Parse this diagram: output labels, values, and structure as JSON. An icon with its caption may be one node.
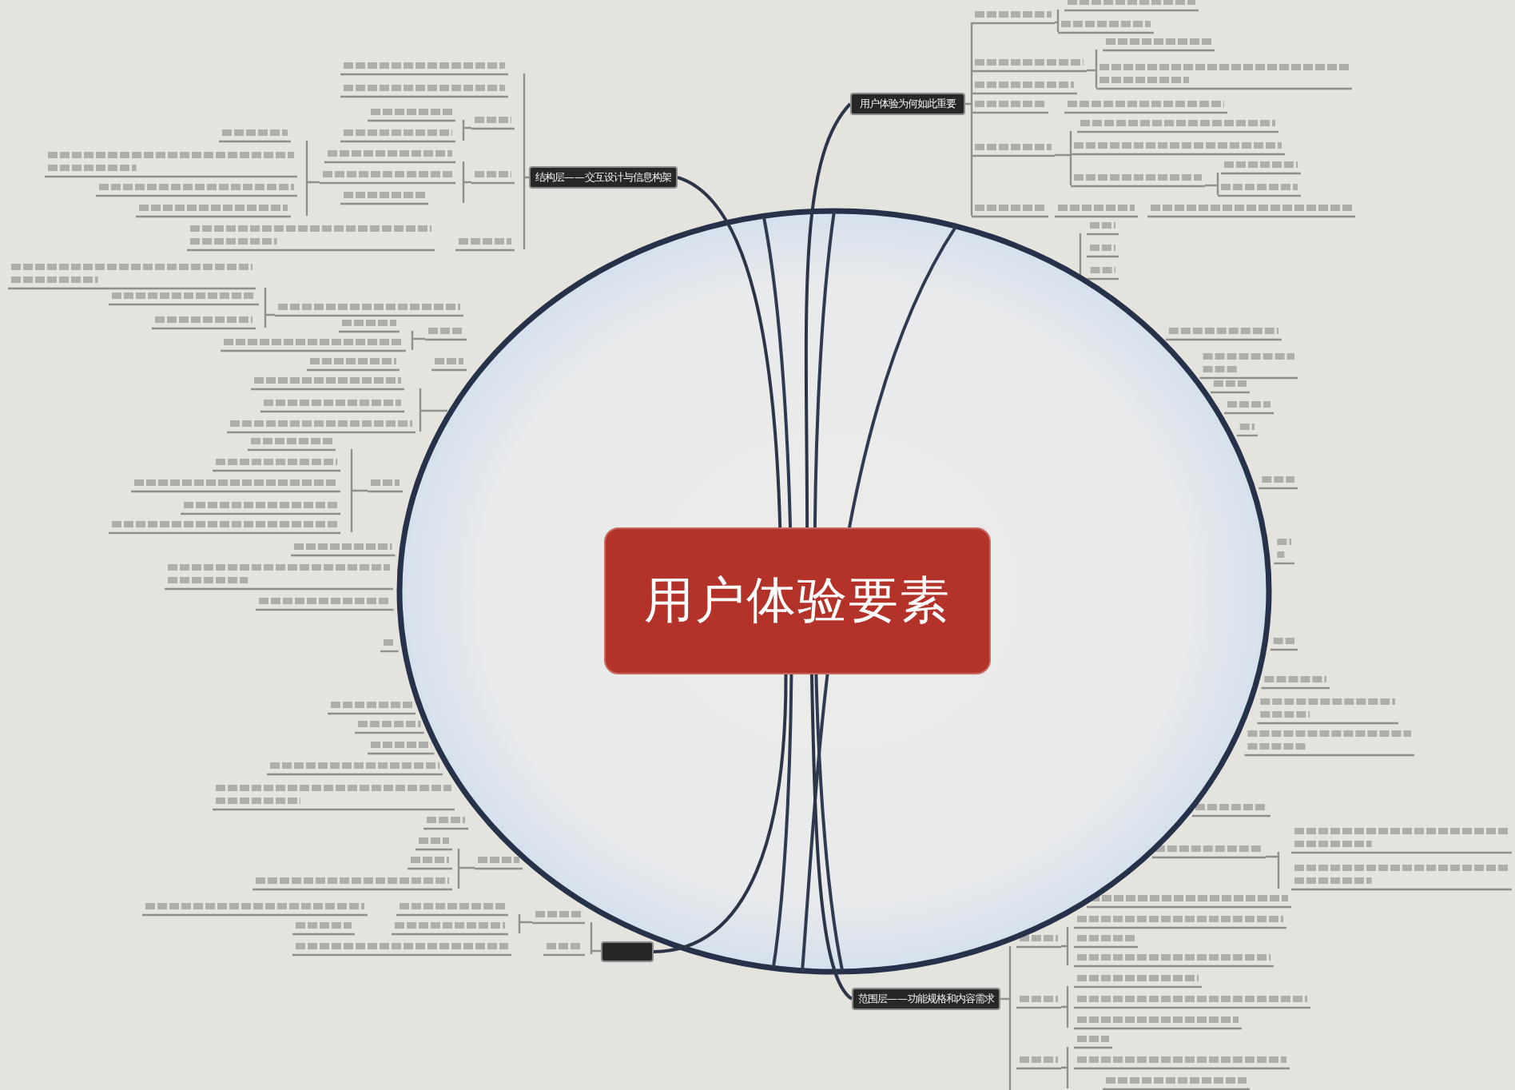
{
  "diagram": {
    "nodes": [
      {
        "text": [
          "用户体验要素"
        ]
      },
      {
        "text": [
          "用户体验为何如此重要"
        ]
      },
      {
        "text": [
          "结构层——交互设计与信息构架"
        ]
      },
      {
        "text": [],
        "shape": "box"
      },
      {
        "text": [
          "范围层——功能规格和内容需求"
        ]
      }
    ],
    "edges": [
      {
        "from": 0,
        "to": 1,
        "arrow": "none"
      },
      {
        "from": 0,
        "to": 2,
        "arrow": "none"
      },
      {
        "from": 0,
        "to": 3,
        "arrow": "none"
      },
      {
        "from": 0,
        "to": 4,
        "arrow": "none"
      }
    ]
  }
}
